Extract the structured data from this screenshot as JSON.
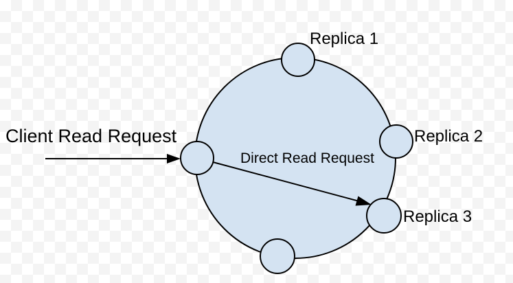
{
  "diagram": {
    "title": "Replicated read request ring diagram",
    "labels": {
      "client_request": "Client Read Request",
      "direct_request": "Direct Read Request",
      "replica1": "Replica 1",
      "replica2": "Replica 2",
      "replica3": "Replica 3"
    },
    "nodes": [
      {
        "name": "replica-1-node",
        "label": "Replica 1"
      },
      {
        "name": "replica-2-node",
        "label": "Replica 2"
      },
      {
        "name": "replica-3-node",
        "label": "Replica 3"
      },
      {
        "name": "client-entry-node",
        "label": ""
      },
      {
        "name": "bottom-node",
        "label": ""
      }
    ],
    "colors": {
      "node_fill": "#d4e3f2",
      "stroke": "#000000",
      "text": "#000000",
      "checker_light": "#ffffff",
      "checker_dark": "#f4f4f4"
    }
  }
}
